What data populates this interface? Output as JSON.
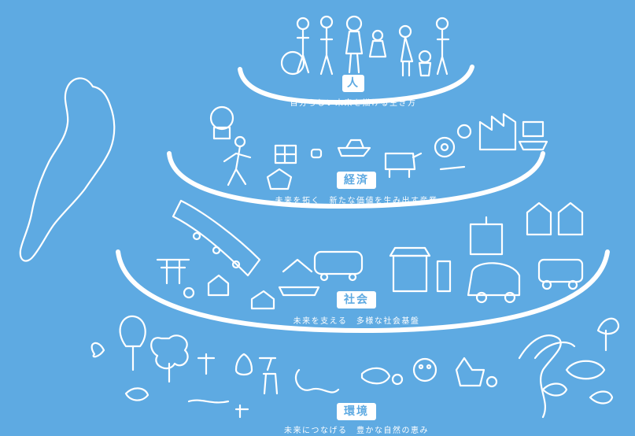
{
  "tiers": [
    {
      "label": "人",
      "caption": "自分らしい未来を描ける生き方"
    },
    {
      "label": "経済",
      "caption": "未来を拓く　新たな価値を生み出す産業"
    },
    {
      "label": "社会",
      "caption": "未来を支える　多様な社会基盤"
    },
    {
      "label": "環境",
      "caption": "未来につなげる　豊かな自然の恵み"
    }
  ],
  "colors": {
    "background": "#5eaae2",
    "line": "#ffffff"
  }
}
